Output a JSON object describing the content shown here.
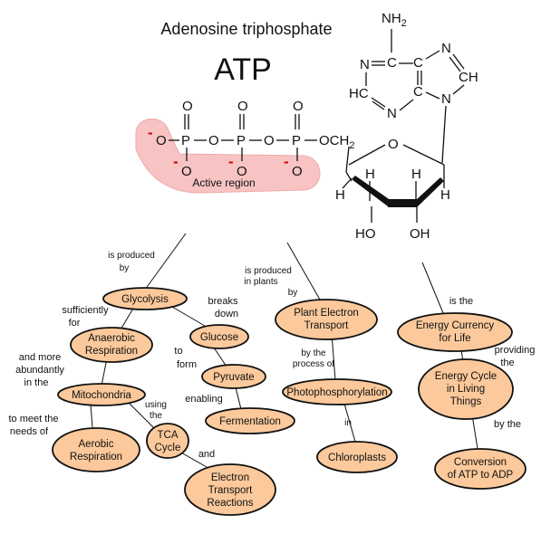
{
  "header": {
    "name": "Adenosine triphosphate",
    "abbrev": "ATP"
  },
  "molecule": {
    "nh2": "NH",
    "nh2_sub": "2",
    "ring_atoms": {
      "n1": "N",
      "c1": "C",
      "c2": "C",
      "n2": "N",
      "hc": "HC",
      "ch": "CH",
      "c3": "C",
      "n3": "N",
      "n4": "N"
    },
    "phosphate_o_top": "O",
    "phosphate_p": "P",
    "bridge_o": "O",
    "o_minus": "O",
    "ch2_link": "OCH",
    "ch2_sub": "2",
    "ring_o": "O",
    "ribose_h": "H",
    "hydroxyl": "HO",
    "hydroxyl2": "OH",
    "charge": "-",
    "active_region": "Active region"
  },
  "nodes": {
    "glycolysis": [
      "Glycolysis"
    ],
    "anaerobic": [
      "Anaerobic",
      "Respiration"
    ],
    "mitochondria": [
      "Mitochondria"
    ],
    "aerobic": [
      "Aerobic",
      "Respiration"
    ],
    "tca": [
      "TCA",
      "Cycle"
    ],
    "electron": [
      "Electron",
      "Transport",
      "Reactions"
    ],
    "glucose": [
      "Glucose"
    ],
    "pyruvate": [
      "Pyruvate"
    ],
    "fermentation": [
      "Fermentation"
    ],
    "plant": [
      "Plant Electron",
      "Transport"
    ],
    "photo": [
      "Photophosphorylation"
    ],
    "chloroplasts": [
      "Chloroplasts"
    ],
    "currency": [
      "Energy Currency",
      "for Life"
    ],
    "cycle": [
      "Energy Cycle",
      "in Living",
      "Things"
    ],
    "conversion": [
      "Conversion",
      "of ATP to ADP"
    ]
  },
  "links": {
    "is_produced_by": [
      "is produced",
      "by"
    ],
    "sufficiently_for": [
      "sufficiently",
      "for"
    ],
    "and_more": [
      "and more",
      "abundantly",
      "in the"
    ],
    "to_meet": [
      "to meet the",
      "needs of"
    ],
    "using_the": [
      "using",
      "the"
    ],
    "and": [
      "and"
    ],
    "breaks_down": [
      "breaks",
      "down"
    ],
    "to_form": [
      "to",
      "form"
    ],
    "enabling": [
      "enabling"
    ],
    "produced_in_plants": [
      "is produced",
      "in plants",
      "by"
    ],
    "by_process": [
      "by the",
      "process of"
    ],
    "in": [
      "in"
    ],
    "is_the": [
      "is the"
    ],
    "providing_the": [
      "providing",
      "the"
    ],
    "by_the": [
      "by the"
    ]
  },
  "colors": {
    "node_fill": "#fbc99b",
    "active_region": "#f7c3c3",
    "charge": "#d40000"
  }
}
